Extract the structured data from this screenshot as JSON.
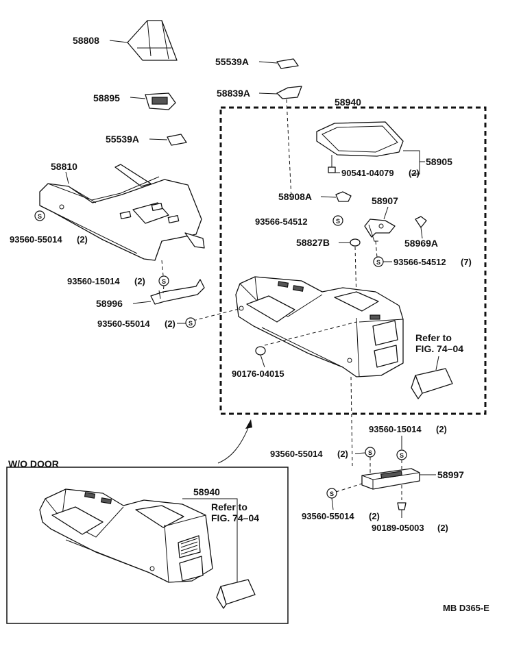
{
  "parts": {
    "p58808": "58808",
    "p55539A_top": "55539A",
    "p58839A": "58839A",
    "p58895": "58895",
    "p58940_main": "58940",
    "p55539A_mid": "55539A",
    "p58810": "58810",
    "p90541": "90541-04079",
    "p90541_qty": "(2)",
    "p58905": "58905",
    "p58908A": "58908A",
    "p58907": "58907",
    "p93566_a": "93566-54512",
    "p93560_55014_a": "93560-55014",
    "p93560_55014_a_qty": "(2)",
    "p58827B": "58827B",
    "p58969A": "58969A",
    "p93566_b": "93566-54512",
    "p93566_b_qty": "(7)",
    "p93560_15014_a": "93560-15014",
    "p93560_15014_a_qty": "(2)",
    "p58996": "58996",
    "p93560_55014_b": "93560-55014",
    "p93560_55014_b_qty": "(2)",
    "refer_main_1": "Refer to",
    "refer_main_2": "FIG. 74–04",
    "p90176": "90176-04015",
    "p93560_15014_b": "93560-15014",
    "p93560_15014_b_qty": "(2)",
    "p93560_55014_c": "93560-55014",
    "p93560_55014_c_qty": "(2)",
    "p58997": "58997",
    "p93560_55014_d": "93560-55014",
    "p93560_55014_d_qty": "(2)",
    "p90189": "90189-05003",
    "p90189_qty": "(2)",
    "wo_door_label": "W/O DOOR",
    "p58940_inset": "58940",
    "refer_inset_1": "Refer to",
    "refer_inset_2": "FIG. 74–04",
    "diagram_code": "MB D365-E",
    "screw_symbol": "S"
  }
}
